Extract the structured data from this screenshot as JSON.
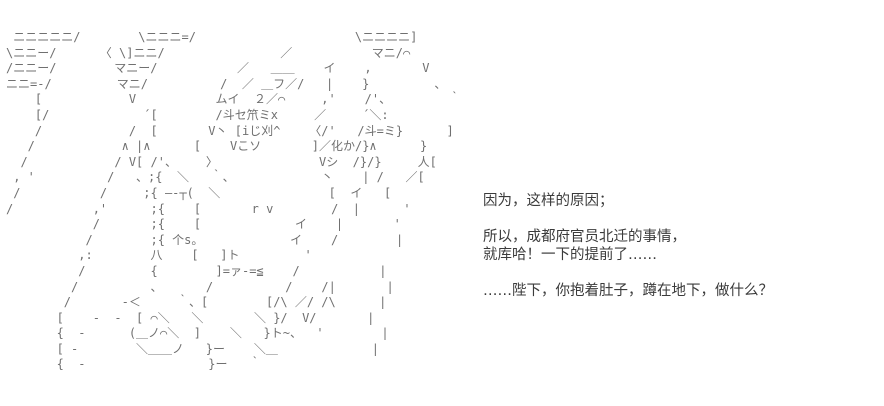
{
  "page": {
    "background_color": "#ffffff",
    "kind": "ascii-art story page"
  },
  "ascii_art": {
    "description": "monochrome 2ch-style ASCII art character (left side of page)",
    "color": "#707070",
    "lines": [
      " ニニニニニ/        \\ニニニ=/                      \\ニニニニ]",
      "\\ニニー/      〈 \\]ニニ/                ／           マニ/⌒",
      "/ニニー/        マニー/           ／   ＿＿    イ    ,       V",
      "ニニ=-/         マニ/          /  ／ ＿フ／/   |    }         、",
      "    [            V           ムイ  ２／⌒     ,'    /'、        ｀",
      "    [/             ´[        /斗セ笊ミx     ／     ´＼:",
      "    /            /  [       V丶 [iじ刈^    〈/'   /斗=ミ}      ]",
      "   /            ∧ |∧      [    Vこソ       ]／化か/}∧      }",
      "  /            / V[ /'、    〉              Vシ  /}/}     人[",
      " , '          /   、;{  ＼   ｀、            丶    | /   ／[",
      " /           /     ;{ ―‐┬(  ＼               [  イ   [",
      "/           ,'      ;{    [       r v        /  |      '",
      "            /       ;{    [             イ    |       '",
      "           /        ;{ 个s。            イ    /        |",
      "          ,:        八    [   ]ト         '",
      "          /         {        ]=ァ-=≦    /           |",
      "         /          、      /          /    /|       |",
      "        /       -＜     ｀、[        [/\\ ／/ /\\      |",
      "       [    -  ‐  [ ⌒＼   ＼       ＼ }/  V/       |",
      "       {  -      (＿ノ⌒＼  ]    ＼   }ト~、  '        |",
      "       [ -        ＼＿＿ノ   }ー    ＼＿             |",
      "       {  ‐                 }ー   ｀"
    ]
  },
  "dialogue": {
    "color": "#3b3b3b",
    "paragraphs": [
      {
        "lines": [
          "因为，这样的原因；"
        ]
      },
      {
        "lines": [
          "所以，成都府官员北迁的事情，",
          "就库哈！一下的提前了……"
        ]
      },
      {
        "lines": [
          "……陛下，你抱着肚子，蹲在地下，做什么？"
        ]
      }
    ]
  }
}
